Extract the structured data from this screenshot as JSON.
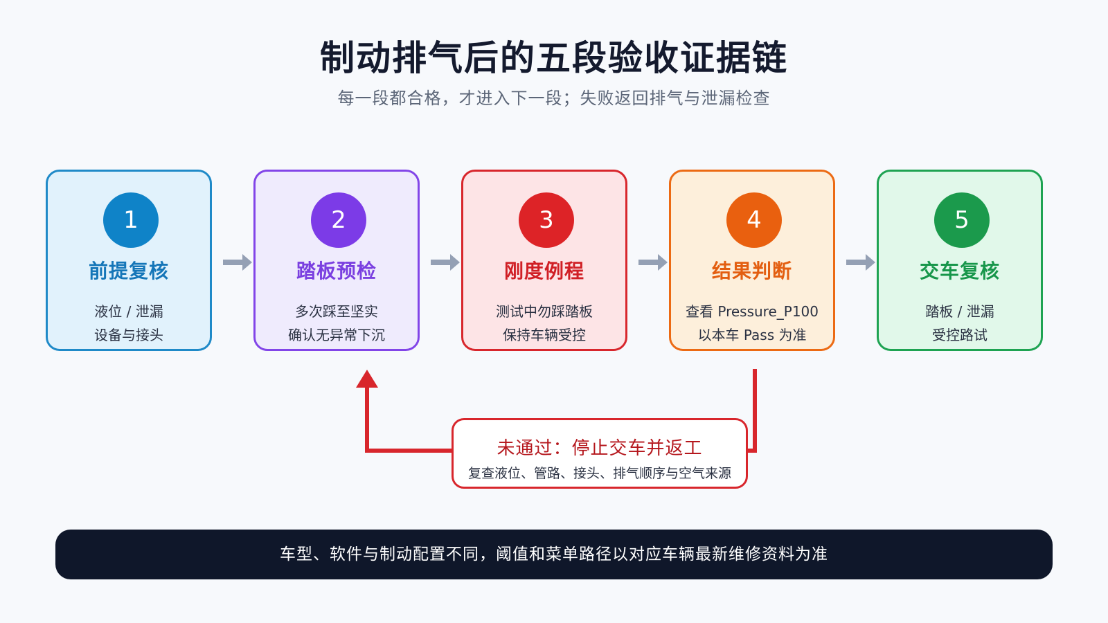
{
  "header": {
    "title": "制动排气后的五段验收证据链",
    "subtitle": "每一段都合格，才进入下一段；失败返回排气与泄漏检查"
  },
  "steps": [
    {
      "number": "1",
      "title": "前提复核",
      "line1": "液位 / 泄漏",
      "line2": "设备与接头"
    },
    {
      "number": "2",
      "title": "踏板预检",
      "line1": "多次踩至坚实",
      "line2": "确认无异常下沉"
    },
    {
      "number": "3",
      "title": "刚度例程",
      "line1": "测试中勿踩踏板",
      "line2": "保持车辆受控"
    },
    {
      "number": "4",
      "title": "结果判断",
      "line1": "查看 Pressure_P100",
      "line2": "以本车 Pass 为准"
    },
    {
      "number": "5",
      "title": "交车复核",
      "line1": "踏板 / 泄漏",
      "line2": "受控路试"
    }
  ],
  "failure": {
    "title": "未通过：停止交车并返工",
    "detail": "复查液位、管路、接头、排气顺序与空气来源"
  },
  "footer": {
    "note": "车型、软件与制动配置不同，阈值和菜单路径以对应车辆最新维修资料为准"
  },
  "colors": {
    "arrow": "#94a0b4",
    "feedback": "#d8262c"
  }
}
